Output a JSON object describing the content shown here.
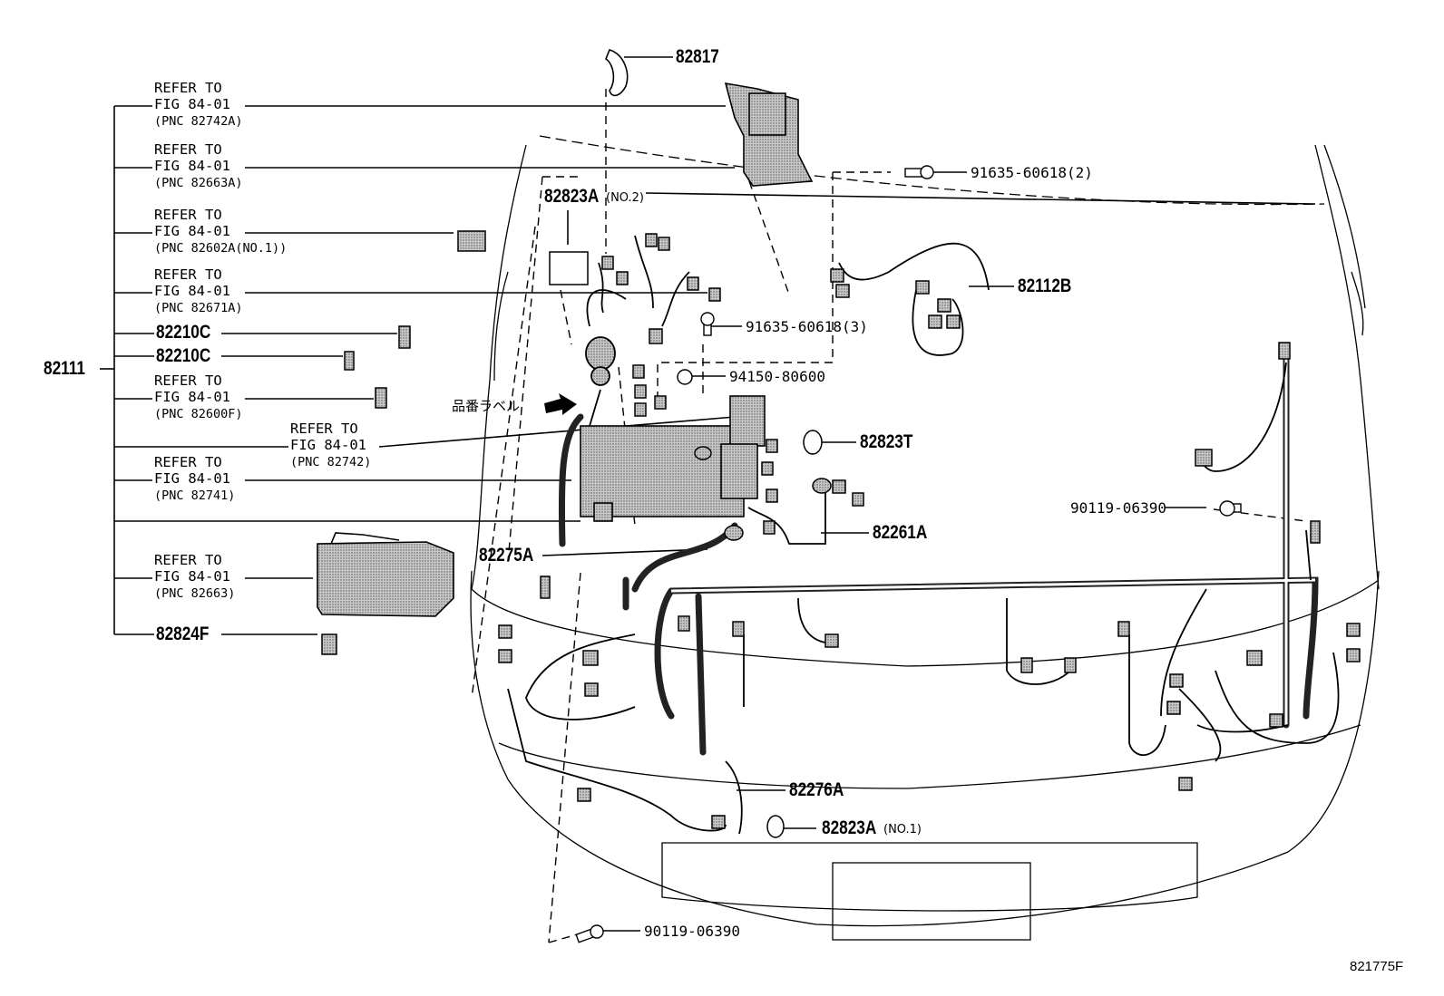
{
  "refs": [
    {
      "l1": "REFER TO",
      "l2": "FIG 84-01",
      "l3": "(PNC 82742A)"
    },
    {
      "l1": "REFER TO",
      "l2": "FIG 84-01",
      "l3": "(PNC 82663A)"
    },
    {
      "l1": "REFER TO",
      "l2": "FIG 84-01",
      "l3": "(PNC 82602A(NO.1))"
    },
    {
      "l1": "REFER TO",
      "l2": "FIG 84-01",
      "l3": "(PNC 82671A)"
    },
    {
      "l1": "REFER TO",
      "l2": "FIG 84-01",
      "l3": "(PNC 82600F)"
    },
    {
      "l1": "REFER TO",
      "l2": "FIG 84-01",
      "l3": "(PNC 82742)"
    },
    {
      "l1": "REFER TO",
      "l2": "FIG 84-01",
      "l3": "(PNC 82741)"
    },
    {
      "l1": "REFER TO",
      "l2": "FIG 84-01",
      "l3": "(PNC 82663)"
    }
  ],
  "parts": {
    "p82111": "82111",
    "p82210c_1": "82210C",
    "p82210c_2": "82210C",
    "p82824f": "82824F",
    "p82817": "82817",
    "p82823a_no2": "82823A",
    "no2": "(NO.2)",
    "p91635_2": "91635-60618(2)",
    "p82112b": "82112B",
    "p91635_3": "91635-60618(3)",
    "p94150": "94150-80600",
    "p82823t": "82823T",
    "p82261a": "82261A",
    "p90119_r": "90119-06390",
    "p82275a": "82275A",
    "p82276a": "82276A",
    "p82823a_no1": "82823A",
    "no1": "(NO.1)",
    "p90119_b": "90119-06390"
  },
  "label_jp": "品番ラベル",
  "figure_id": "821775F"
}
